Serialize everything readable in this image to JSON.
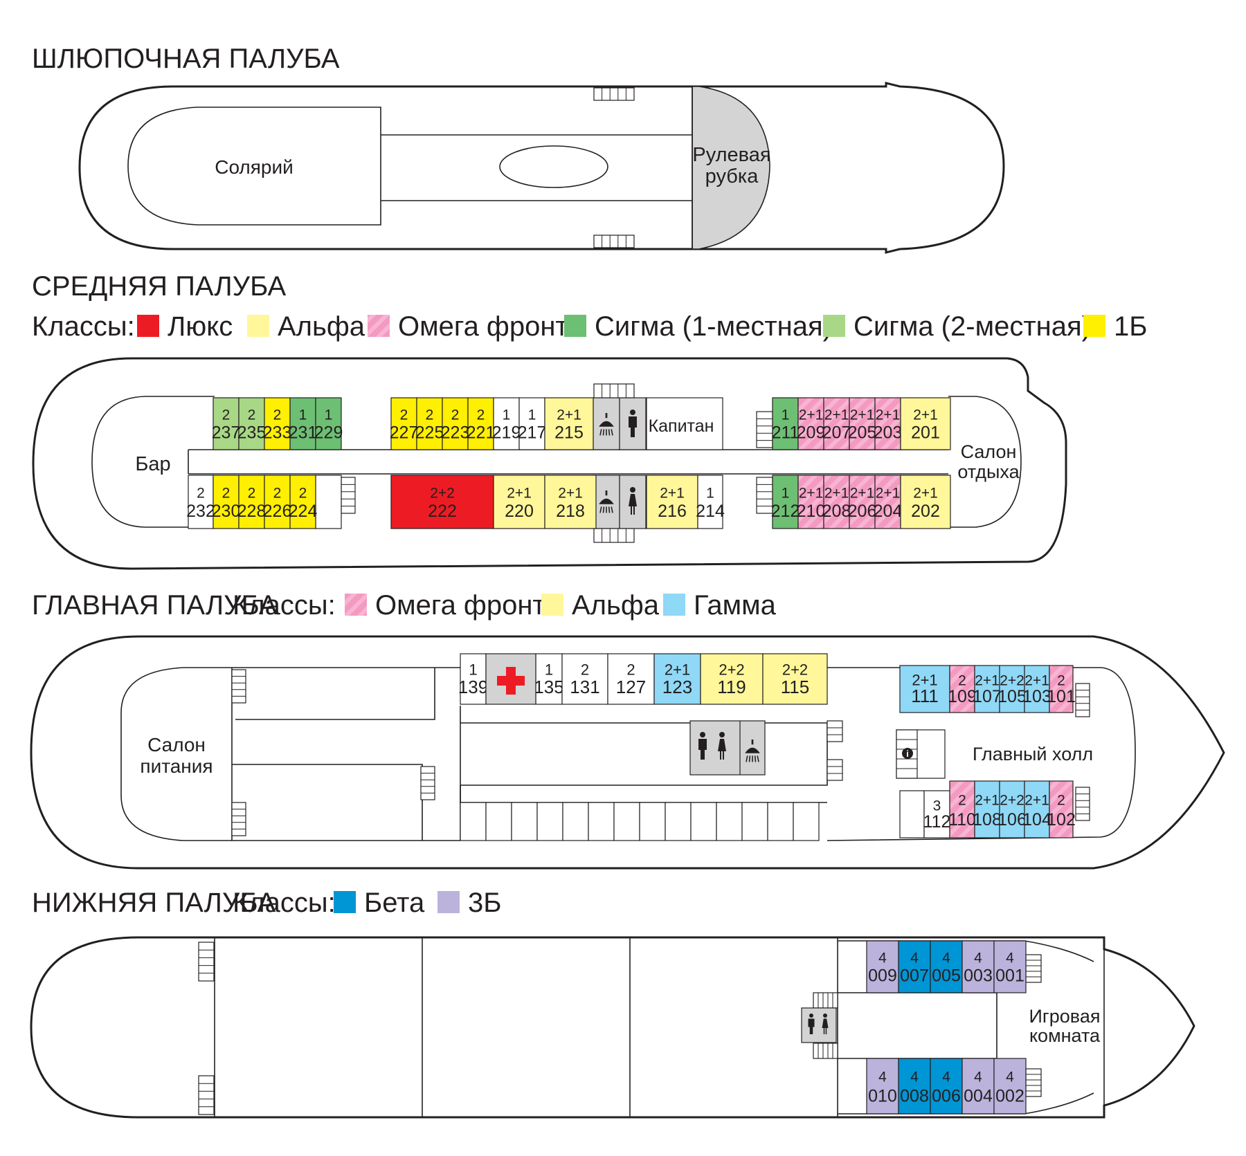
{
  "colors": {
    "lux": "#ed1c24",
    "alpha": "#fff799",
    "omega": "#f49ac1",
    "sigma1": "#6dbf73",
    "sigma2": "#a8d886",
    "class1b": "#ffef00",
    "gamma": "#8fd8f6",
    "beta": "#0095d5",
    "class3b": "#bbb3dc",
    "service": "#dcdcdc",
    "white": "#ffffff"
  },
  "decks": {
    "boat": {
      "title": "ШЛЮПОЧНАЯ ПАЛУБА",
      "solarium": "Солярий",
      "wheelhouse": [
        "Рулевая",
        "рубка"
      ]
    },
    "middle": {
      "title": "СРЕДНЯЯ ПАЛУБА",
      "classes_label": "Классы:",
      "legend": [
        {
          "label": "Люкс",
          "color": "lux"
        },
        {
          "label": "Альфа",
          "color": "alpha"
        },
        {
          "label": "Омега фронт",
          "color": "omega"
        },
        {
          "label": "Сигма (1-местная)",
          "color": "sigma1"
        },
        {
          "label": "Сигма (2-местная)",
          "color": "sigma2"
        },
        {
          "label": "1Б",
          "color": "class1b"
        }
      ],
      "bar": "Бар",
      "captain": "Капитан",
      "lounge": [
        "Салон",
        "отдыха"
      ]
    },
    "main": {
      "title": "ГЛАВНАЯ ПАЛУБА",
      "classes_label": "Классы:",
      "legend": [
        {
          "label": "Омега фронт",
          "color": "omega"
        },
        {
          "label": "Альфа",
          "color": "alpha"
        },
        {
          "label": "Гамма",
          "color": "gamma"
        }
      ],
      "dining": [
        "Салон",
        "питания"
      ],
      "hall": "Главный холл"
    },
    "lower": {
      "title": "НИЖНЯЯ ПАЛУБА",
      "classes_label": "Классы:",
      "legend": [
        {
          "label": "Бета",
          "color": "beta"
        },
        {
          "label": "3Б",
          "color": "class3b"
        }
      ],
      "playroom": [
        "Игровая",
        "комната"
      ]
    }
  },
  "cabins": {
    "middle": [
      {
        "cap": "2",
        "num": "237",
        "color": "sigma2"
      },
      {
        "cap": "2",
        "num": "235",
        "color": "sigma2"
      },
      {
        "cap": "2",
        "num": "233",
        "color": "class1b"
      },
      {
        "cap": "1",
        "num": "231",
        "color": "sigma1"
      },
      {
        "cap": "1",
        "num": "229",
        "color": "sigma1"
      },
      {
        "cap": "2",
        "num": "227",
        "color": "class1b"
      },
      {
        "cap": "2",
        "num": "225",
        "color": "class1b"
      },
      {
        "cap": "2",
        "num": "223",
        "color": "class1b"
      },
      {
        "cap": "2",
        "num": "221",
        "color": "class1b"
      },
      {
        "cap": "1",
        "num": "219",
        "color": "white"
      },
      {
        "cap": "1",
        "num": "217",
        "color": "white"
      },
      {
        "cap": "2+1",
        "num": "215",
        "color": "alpha"
      },
      {
        "cap": "1",
        "num": "211",
        "color": "sigma1"
      },
      {
        "cap": "2+1",
        "num": "209",
        "color": "omega"
      },
      {
        "cap": "2+1",
        "num": "207",
        "color": "omega"
      },
      {
        "cap": "2+1",
        "num": "205",
        "color": "omega"
      },
      {
        "cap": "2+1",
        "num": "203",
        "color": "omega"
      },
      {
        "cap": "2+1",
        "num": "201",
        "color": "alpha"
      },
      {
        "cap": "2",
        "num": "232",
        "color": "white"
      },
      {
        "cap": "2",
        "num": "230",
        "color": "class1b"
      },
      {
        "cap": "2",
        "num": "228",
        "color": "class1b"
      },
      {
        "cap": "2",
        "num": "226",
        "color": "class1b"
      },
      {
        "cap": "2",
        "num": "224",
        "color": "class1b"
      },
      {
        "cap": "2+2",
        "num": "222",
        "color": "lux"
      },
      {
        "cap": "2+1",
        "num": "220",
        "color": "alpha"
      },
      {
        "cap": "2+1",
        "num": "218",
        "color": "alpha"
      },
      {
        "cap": "2+1",
        "num": "216",
        "color": "alpha"
      },
      {
        "cap": "1",
        "num": "214",
        "color": "white"
      },
      {
        "cap": "1",
        "num": "212",
        "color": "sigma1"
      },
      {
        "cap": "2+1",
        "num": "210",
        "color": "omega"
      },
      {
        "cap": "2+1",
        "num": "208",
        "color": "omega"
      },
      {
        "cap": "2+1",
        "num": "206",
        "color": "omega"
      },
      {
        "cap": "2+1",
        "num": "204",
        "color": "omega"
      },
      {
        "cap": "2+1",
        "num": "202",
        "color": "alpha"
      }
    ],
    "main": [
      {
        "cap": "1",
        "num": "139",
        "color": "white"
      },
      {
        "cap": "1",
        "num": "135",
        "color": "white"
      },
      {
        "cap": "2",
        "num": "131",
        "color": "white"
      },
      {
        "cap": "2",
        "num": "127",
        "color": "white"
      },
      {
        "cap": "2+1",
        "num": "123",
        "color": "gamma"
      },
      {
        "cap": "2+2",
        "num": "119",
        "color": "alpha"
      },
      {
        "cap": "2+2",
        "num": "115",
        "color": "alpha"
      },
      {
        "cap": "2+1",
        "num": "111",
        "color": "gamma"
      },
      {
        "cap": "2",
        "num": "109",
        "color": "omega"
      },
      {
        "cap": "2+1",
        "num": "107",
        "color": "gamma"
      },
      {
        "cap": "2+2",
        "num": "105",
        "color": "gamma"
      },
      {
        "cap": "2+1",
        "num": "103",
        "color": "gamma"
      },
      {
        "cap": "2",
        "num": "101",
        "color": "omega"
      },
      {
        "cap": "3",
        "num": "112",
        "color": "white"
      },
      {
        "cap": "2",
        "num": "110",
        "color": "omega"
      },
      {
        "cap": "2+1",
        "num": "108",
        "color": "gamma"
      },
      {
        "cap": "2+2",
        "num": "106",
        "color": "gamma"
      },
      {
        "cap": "2+1",
        "num": "104",
        "color": "gamma"
      },
      {
        "cap": "2",
        "num": "102",
        "color": "omega"
      }
    ],
    "lower": [
      {
        "cap": "4",
        "num": "009",
        "color": "class3b"
      },
      {
        "cap": "4",
        "num": "007",
        "color": "beta"
      },
      {
        "cap": "4",
        "num": "005",
        "color": "beta"
      },
      {
        "cap": "4",
        "num": "003",
        "color": "class3b"
      },
      {
        "cap": "4",
        "num": "001",
        "color": "class3b"
      },
      {
        "cap": "4",
        "num": "010",
        "color": "class3b"
      },
      {
        "cap": "4",
        "num": "008",
        "color": "beta"
      },
      {
        "cap": "4",
        "num": "006",
        "color": "beta"
      },
      {
        "cap": "4",
        "num": "004",
        "color": "class3b"
      },
      {
        "cap": "4",
        "num": "002",
        "color": "class3b"
      }
    ]
  }
}
